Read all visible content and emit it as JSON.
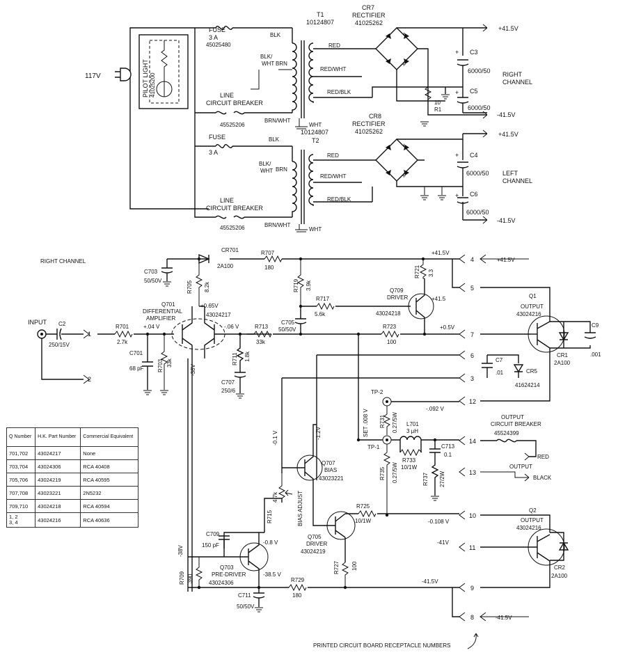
{
  "power": {
    "mains": "117V",
    "pilot_light": "PILOT LIGHT",
    "pilot_pn": "41025200",
    "fuse1": "FUSE",
    "fuse1_rating": "3 A",
    "fuse1_pn": "45025480",
    "fuse2": "FUSE",
    "fuse2_rating": "3 A",
    "line_cb": "LINE",
    "line_cb2": "CIRCUIT BREAKER",
    "line_cb_pn": "45525206",
    "line_cb_b": "LINE",
    "line_cb_b2": "CIRCUIT BREAKER",
    "line_cb_b_pn": "45525206",
    "t1": "T1",
    "t1_pn": "10124807",
    "t2": "T2",
    "t2_pn": "10124807",
    "wire_blk": "BLK",
    "wire_blkwht": "BLK/\nWHT",
    "wire_brn": "BRN",
    "wire_brnwht": "BRN/WHT",
    "wire_wht": "WHT",
    "wire_blk_b": "BLK",
    "wire_brn_b": "BRN",
    "wire_brnwht_b": "BRN/WHT",
    "wire_wht_b": "WHT",
    "red": "RED",
    "redwht": "RED/WHT",
    "redblk": "RED/BLK",
    "red_b": "RED",
    "redwht_b": "RED/WHT",
    "redblk_b": "RED/BLK",
    "cr7": "CR7",
    "cr7_name": "RECTIFIER",
    "cr7_pn": "41025262",
    "cr8": "CR8",
    "cr8_name": "RECTIFIER",
    "cr8_pn": "41025262",
    "c3": "C3",
    "c5": "C5",
    "c4": "C4",
    "c6": "C6",
    "cap_val": "6000/50",
    "r1": "R1",
    "r1_val": "10",
    "vplus": "+41.5V",
    "vminus": "-41.5V",
    "right_channel1": "RIGHT",
    "right_channel2": "CHANNEL",
    "left_channel1": "LEFT",
    "left_channel2": "CHANNEL"
  },
  "amp": {
    "section": "RIGHT CHANNEL",
    "input": "INPUT",
    "c2": "C2",
    "c2_val": "250/15V",
    "r701": "R701",
    "r701_val": "2.7k",
    "c701": "C701",
    "c701_val": "68 pF",
    "r703": "R703",
    "r703_val": "33k",
    "c703": "C703",
    "c703_val": "50/50V",
    "cr701": "CR701",
    "cr701_pn": "2A100",
    "r707": "R707",
    "r707_val": "180",
    "r705": "R705",
    "r705_val": "8.2k",
    "q701": "Q701",
    "q701_name1": "DIFFERENTIAL",
    "q701_name2": "AMPLIFIER",
    "q701_pn": "43024217",
    "v_065": "+0.65V",
    "v_04": "+.04 V",
    "v_06": "-.06 V",
    "v_38a": "-38V",
    "r711": "R711",
    "r711_val": "1.8k",
    "c707": "C707",
    "c707_val": "250/6",
    "r713": "R713",
    "r713_val": "33k",
    "c705": "C705",
    "c705_val": "50/50V",
    "r719": "R719",
    "r719_val": "3.9k",
    "r717": "R717",
    "r717_val": "5.6k",
    "r721": "R721",
    "r721_val": "3.3",
    "q709": "Q709",
    "q709_name": "DRIVER",
    "q709_pn": "43024218",
    "q709_v": "+41.5",
    "v_415": "+41.5V",
    "r723": "R723",
    "r723_val": "100",
    "v_05": "+0.5V",
    "q1": "Q1",
    "q1_name": "OUTPUT",
    "q1_pn": "43024216",
    "cr1": "CR1",
    "cr1_pn": "2A100",
    "c9": "C9",
    "c9_val": ".001",
    "c7": "C7",
    "c7_val": ".01",
    "cr5": "CR5",
    "cr5_pn": "41624214",
    "tp2": "TP-2",
    "tp1": "TP-1",
    "set": "SET .008 V",
    "v_092": "-.092 V",
    "r731": "R731",
    "r731_val": "0.27/5W",
    "r735": "R735",
    "r735_val": "0.27/5W",
    "l701": "L701",
    "l701_val": "3 μH",
    "r733": "R733",
    "r733_val": "10/1W",
    "c713": "C713",
    "c713_val": "0.1",
    "r737": "R737",
    "r737_val": "27/2W",
    "out_cb1": "OUTPUT",
    "out_cb2": "CIRCUIT BREAKER",
    "out_cb_pn": "45524399",
    "output": "OUTPUT",
    "red": "RED",
    "black": "BLACK",
    "v_01": "-0.1 V",
    "v_12": "-1.2V",
    "q707": "Q707",
    "q707_name": "BIAS",
    "q707_pn": "43023221",
    "r715": "R715",
    "r715_val": "4.7k",
    "bias_adjust": "BIAS ADJUST",
    "r725": "R725",
    "r725_val": "10/1W",
    "v_0108": "-0.108 V",
    "q705": "Q705",
    "q705_name": "DRIVER",
    "q705_pn": "43024219",
    "q703": "Q703",
    "q703_name": "PRE-DRIVER",
    "q703_pn": "43024306",
    "v_08": "-0.8 V",
    "v_385": "-38.5 V",
    "c709": "C709",
    "c709_val": "150 pF",
    "v_38b": "-38V",
    "r709": "R709",
    "r709_val": "390",
    "r727": "R727",
    "r727_val": "100",
    "r729": "R729",
    "r729_val": "180",
    "c711": "C711",
    "c711_val": "50/50V",
    "v_41": "-41V",
    "v_415n": "-41.5V",
    "q2": "Q2",
    "q2_name": "OUTPUT",
    "q2_pn": "43024216",
    "cr2": "CR2",
    "cr2_pn": "2A100",
    "pcb_caption": "PRINTED CIRCUIT BOARD  RECEPTACLE NUMBERS",
    "pins": [
      "4",
      "5",
      "7",
      "6",
      "3",
      "12",
      "14",
      "13",
      "10",
      "11",
      "9",
      "8",
      "1",
      "2"
    ],
    "pin4_v": "+41.5V",
    "pin8_v": "-41.5V"
  },
  "table": {
    "headers": [
      "Q Number",
      "H.K. Part Number",
      "Commercial Equivalent"
    ],
    "rows": [
      [
        "701,702",
        "43024217",
        "None"
      ],
      [
        "703,704",
        "43024306",
        "RCA 40408"
      ],
      [
        "705,706",
        "43024219",
        "RCA 40595"
      ],
      [
        "707,708",
        "43023221",
        "2N5232"
      ],
      [
        "709,710",
        "43024218",
        "RCA 40594"
      ],
      [
        "1,  2\n3,  4",
        "43024216",
        "RCA 40636"
      ]
    ]
  }
}
